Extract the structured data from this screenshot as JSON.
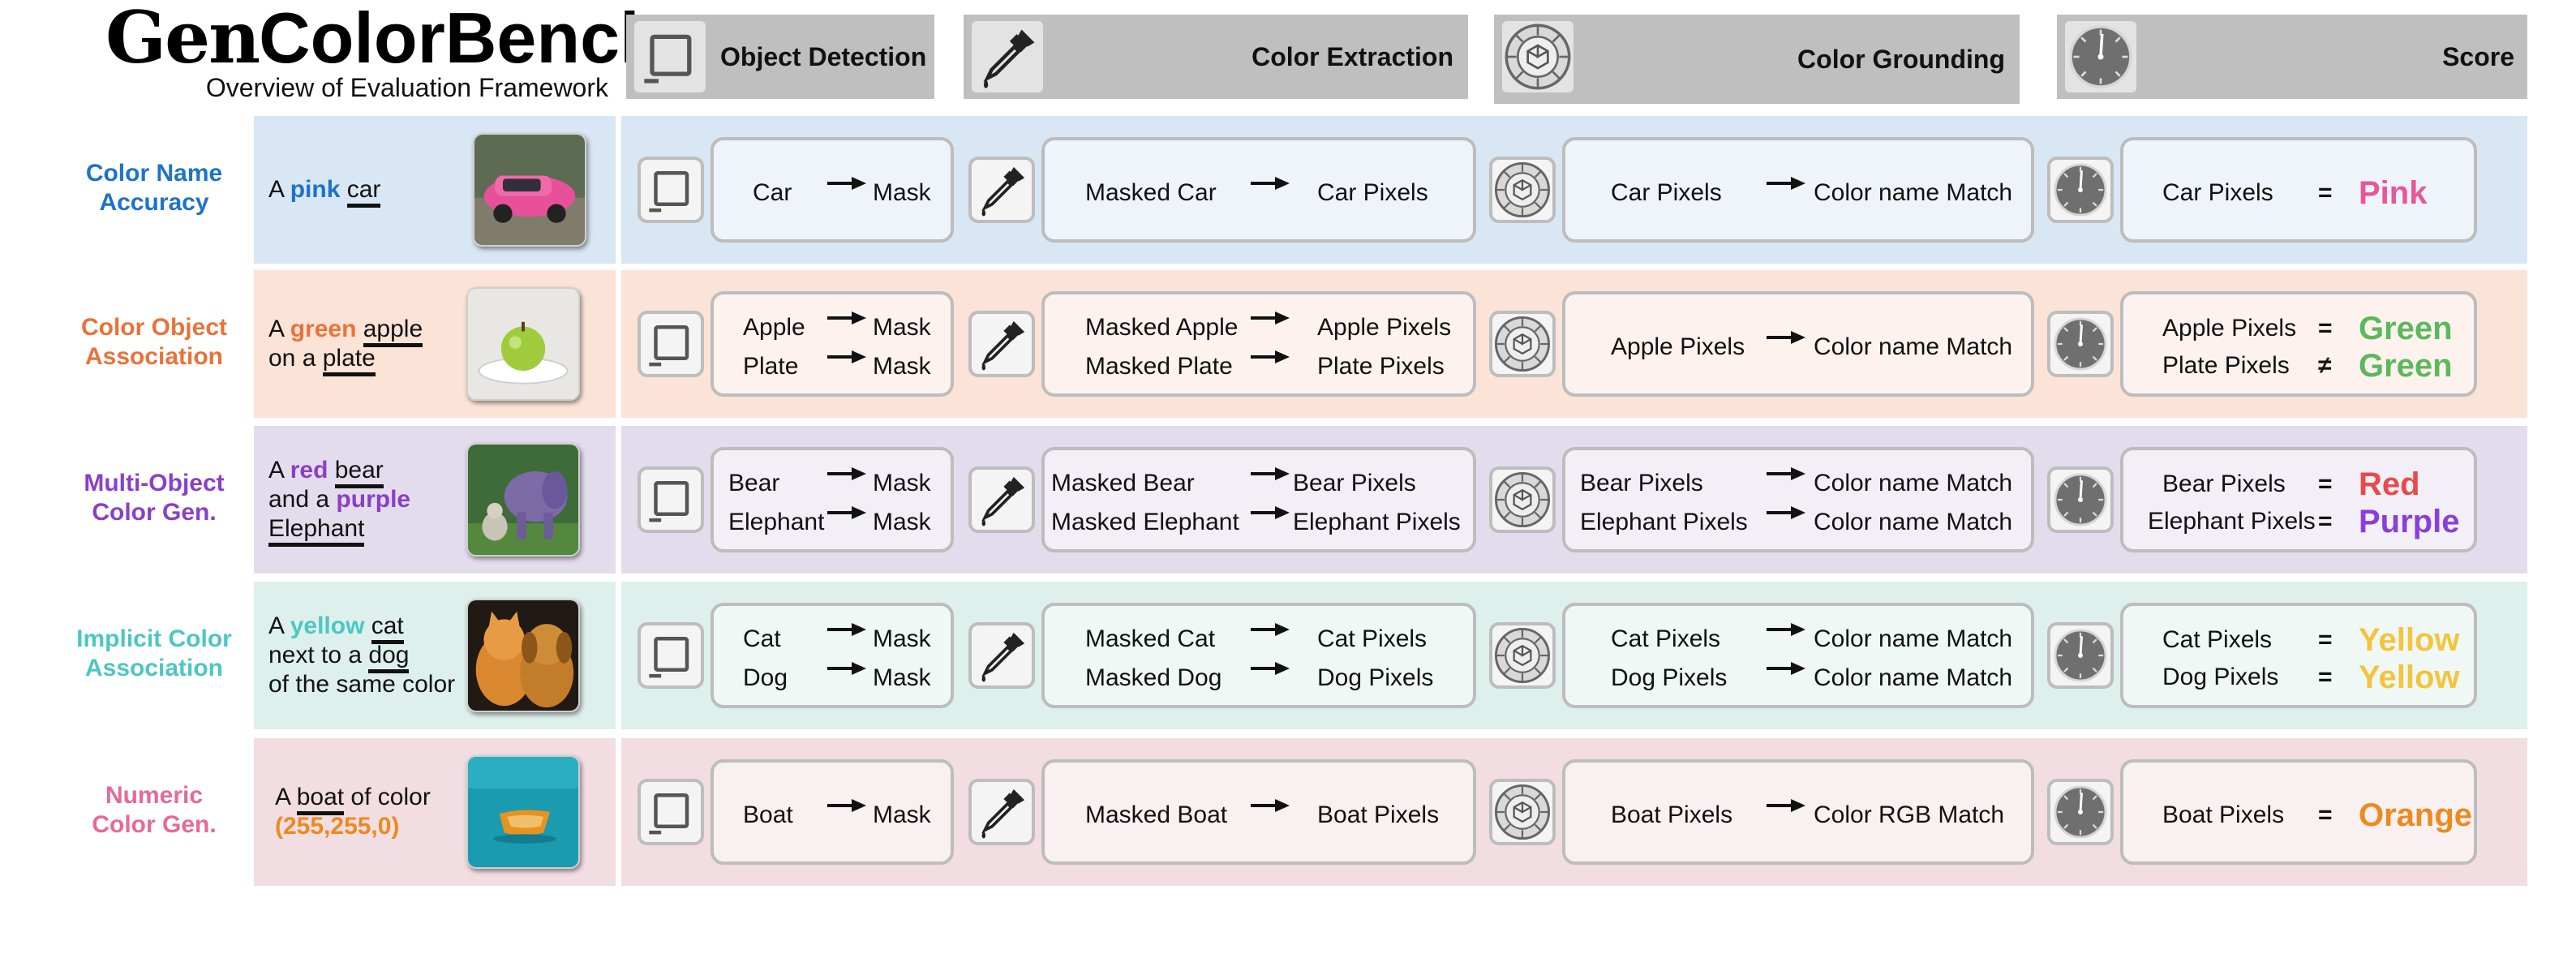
{
  "header": {
    "title_gen": "Gen",
    "title_rest": "ColorBench",
    "subtitle": "Overview of Evaluation Framework",
    "steps": [
      {
        "label": "Object Detection",
        "icon": "bounding-box-icon"
      },
      {
        "label": "Color Extraction",
        "icon": "eyedropper-icon"
      },
      {
        "label": "Color Grounding",
        "icon": "color-wheel-icon"
      },
      {
        "label": "Score",
        "icon": "gauge-icon"
      }
    ]
  },
  "colors": {
    "row_bg": [
      "#d9e6f4",
      "#fbe3d8",
      "#e3dced",
      "#ddf0ec",
      "#f2dde3"
    ],
    "label": [
      "#1e73c8",
      "#e8733a",
      "#8a3fc9",
      "#4dc6c3",
      "#e6699b"
    ]
  },
  "rows": [
    {
      "label_line1": "Color Name",
      "label_line2": "Accuracy",
      "prompt": {
        "line1": [
          "A ",
          "pink",
          " ",
          "car"
        ],
        "line2": [
          "",
          "",
          "",
          ""
        ],
        "line3": ""
      },
      "thumb": "pink-car",
      "detect": [
        {
          "a": "Car",
          "b": "Mask"
        }
      ],
      "extract": [
        {
          "a": "Masked Car",
          "b": "Car Pixels"
        }
      ],
      "ground": [
        {
          "a": "Car Pixels",
          "b": "Color name Match"
        }
      ],
      "score": [
        {
          "a": "Car Pixels",
          "op": "=",
          "v": "Pink",
          "c": "#e6579b"
        }
      ]
    },
    {
      "label_line1": "Color Object",
      "label_line2": "Association",
      "prompt": {
        "line1": [
          "A ",
          "green",
          " ",
          "apple"
        ],
        "line2": [
          "on a ",
          "plate"
        ],
        "line3": ""
      },
      "thumb": "apple-plate",
      "detect": [
        {
          "a": "Apple",
          "b": "Mask"
        },
        {
          "a": "Plate",
          "b": "Mask"
        }
      ],
      "extract": [
        {
          "a": "Masked Apple",
          "b": "Apple Pixels"
        },
        {
          "a": "Masked Plate",
          "b": "Plate Pixels"
        }
      ],
      "ground": [
        {
          "a": "Apple Pixels",
          "b": "Color name Match"
        }
      ],
      "score": [
        {
          "a": "Apple Pixels",
          "op": "=",
          "v": "Green",
          "c": "#5cb85c"
        },
        {
          "a": "Plate Pixels",
          "op": "≠",
          "v": "Green",
          "c": "#5cb85c"
        }
      ]
    },
    {
      "label_line1": "Multi-Object",
      "label_line2": "Color Gen.",
      "prompt": {
        "line1": [
          "A ",
          "red",
          " ",
          "bear"
        ],
        "line2": [
          "and a ",
          "purple"
        ],
        "line3": "Elephant"
      },
      "thumb": "bear-elephant",
      "detect": [
        {
          "a": "Bear",
          "b": "Mask"
        },
        {
          "a": "Elephant",
          "b": "Mask"
        }
      ],
      "extract": [
        {
          "a": "Masked Bear",
          "b": "Bear Pixels"
        },
        {
          "a": "Masked Elephant",
          "b": "Elephant Pixels"
        }
      ],
      "ground": [
        {
          "a": "Bear  Pixels",
          "b": "Color name Match"
        },
        {
          "a": "Elephant  Pixels",
          "b": "Color name Match"
        }
      ],
      "score": [
        {
          "a": "Bear Pixels",
          "op": "=",
          "v": "Red",
          "c": "#e84a4a"
        },
        {
          "a": "Elephant Pixels",
          "op": "=",
          "v": "Purple",
          "c": "#8a3fdc"
        }
      ]
    },
    {
      "label_line1": "Implicit Color",
      "label_line2": "Association",
      "prompt": {
        "line1": [
          "A ",
          "yellow",
          " ",
          "cat"
        ],
        "line2": [
          "next to a ",
          "dog"
        ],
        "line3": "of the same color"
      },
      "thumb": "cat-dog",
      "detect": [
        {
          "a": "Cat",
          "b": "Mask"
        },
        {
          "a": "Dog",
          "b": "Mask"
        }
      ],
      "extract": [
        {
          "a": "Masked Cat",
          "b": "Cat Pixels"
        },
        {
          "a": "Masked Dog",
          "b": "Dog Pixels"
        }
      ],
      "ground": [
        {
          "a": "Cat Pixels",
          "b": "Color name Match"
        },
        {
          "a": "Dog Pixels",
          "b": "Color name Match"
        }
      ],
      "score": [
        {
          "a": "Cat Pixels",
          "op": "=",
          "v": "Yellow",
          "c": "#f2c53d"
        },
        {
          "a": "Dog Pixels",
          "op": "=",
          "v": "Yellow",
          "c": "#f2c53d"
        }
      ]
    },
    {
      "label_line1": "Numeric",
      "label_line2": "Color Gen.",
      "prompt": {
        "line1": [
          "A ",
          "",
          "",
          "boat"
        ],
        "line1_tail": " of color",
        "line2": [
          "(255,255,0)"
        ],
        "line3": ""
      },
      "thumb": "boat",
      "detect": [
        {
          "a": "Boat",
          "b": "Mask"
        }
      ],
      "extract": [
        {
          "a": "Masked Boat",
          "b": "Boat Pixels"
        }
      ],
      "ground": [
        {
          "a": "Boat Pixels",
          "b": "Color RGB Match"
        }
      ],
      "score": [
        {
          "a": "Boat Pixels",
          "op": "=",
          "v": "Orange",
          "c": "#ec8a1e"
        }
      ]
    }
  ]
}
